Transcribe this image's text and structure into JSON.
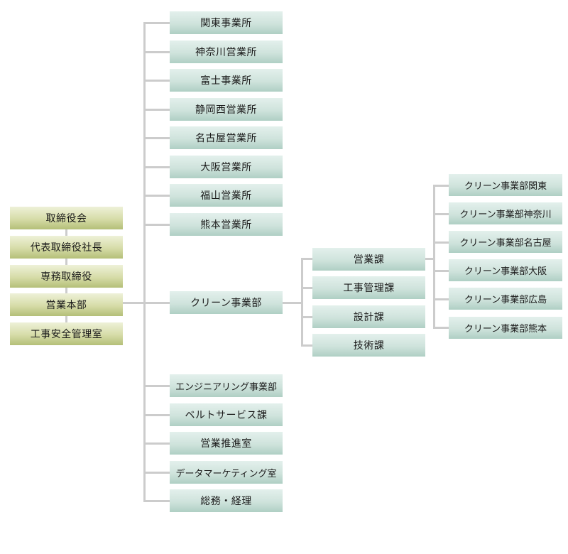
{
  "executive": [
    {
      "label": "取締役会"
    },
    {
      "label": "代表取締役社長"
    },
    {
      "label": "専務取締役"
    },
    {
      "label": "営業本部"
    },
    {
      "label": "工事安全管理室"
    }
  ],
  "offices_top": [
    {
      "label": "関東事業所"
    },
    {
      "label": "神奈川営業所"
    },
    {
      "label": "富士事業所"
    },
    {
      "label": "静岡西営業所"
    },
    {
      "label": "名古屋営業所"
    },
    {
      "label": "大阪営業所"
    },
    {
      "label": "福山営業所"
    },
    {
      "label": "熊本営業所"
    }
  ],
  "clean_division": {
    "label": "クリーン事業部"
  },
  "clean_sections": [
    {
      "label": "営業課"
    },
    {
      "label": "工事管理課"
    },
    {
      "label": "設計課"
    },
    {
      "label": "技術課"
    }
  ],
  "clean_regions": [
    {
      "label": "クリーン事業部関東"
    },
    {
      "label": "クリーン事業部神奈川"
    },
    {
      "label": "クリーン事業部名古屋"
    },
    {
      "label": "クリーン事業部大阪"
    },
    {
      "label": "クリーン事業部広島"
    },
    {
      "label": "クリーン事業部熊本"
    }
  ],
  "offices_bottom": [
    {
      "label": "エンジニアリング事業部"
    },
    {
      "label": "ベルトサービス課"
    },
    {
      "label": "営業推進室"
    },
    {
      "label": "データマーケティング室"
    },
    {
      "label": "総務・経理"
    }
  ],
  "colors": {
    "executive_box": "#d6dca8",
    "department_box": "#cfe3dc",
    "connector": "#cccccc"
  }
}
